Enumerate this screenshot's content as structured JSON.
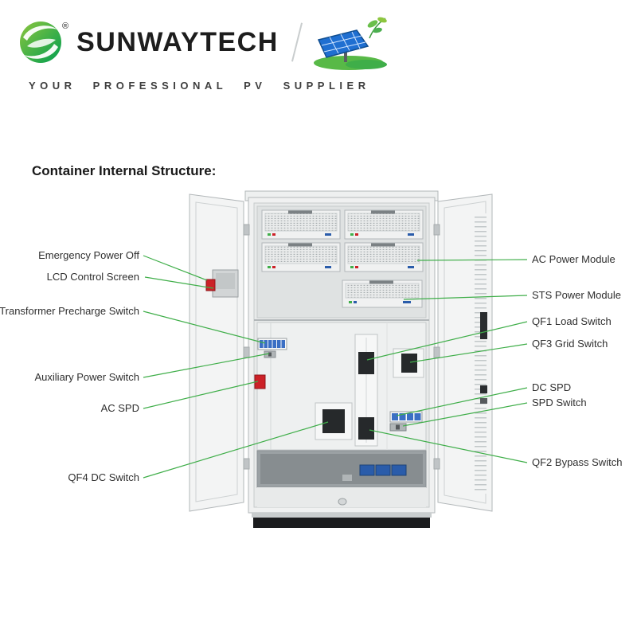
{
  "brand": {
    "name": "SUNWAYTECH",
    "registered": "®",
    "tagline": "YOUR PROFESSIONAL PV SUPPLIER",
    "colors": {
      "accent_green": "#3fae49",
      "logo_dark": "#1d1d1d"
    }
  },
  "diagram": {
    "title": "Container Internal Structure:",
    "labels_left": [
      {
        "text": "Emergency Power Off"
      },
      {
        "text": "LCD Control Screen"
      },
      {
        "text": "Transformer Precharge Switch"
      },
      {
        "text": "Auxiliary Power Switch"
      },
      {
        "text": "AC SPD"
      },
      {
        "text": "QF4 DC Switch"
      }
    ],
    "labels_right": [
      {
        "text": "AC Power Module"
      },
      {
        "text": "STS Power Module"
      },
      {
        "text": "QF1 Load Switch"
      },
      {
        "text": "QF3 Grid Switch"
      },
      {
        "text": "DC SPD"
      },
      {
        "text": "SPD Switch"
      },
      {
        "text": "QF2 Bypass Switch"
      }
    ],
    "colors": {
      "leader_line": "#3fae49",
      "alert_red": "#cc2127",
      "component_blue": "#2a5caa",
      "cabinet_gray": "#eef0f0"
    }
  }
}
